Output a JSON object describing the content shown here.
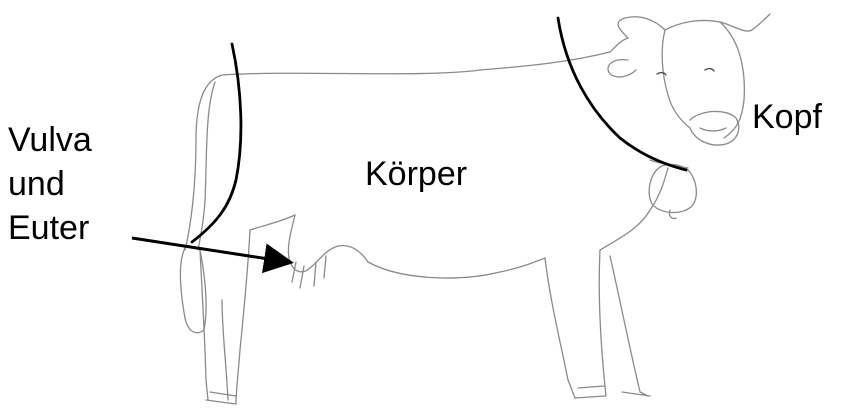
{
  "labels": {
    "vulva_line1": "Vulva",
    "vulva_line2": "und",
    "vulva_line3": "Euter",
    "body": "Körper",
    "head": "Kopf"
  },
  "regions": [
    "Vulva und Euter",
    "Körper",
    "Kopf"
  ],
  "colors": {
    "sketch": "#8a8a8a",
    "divider": "#000000",
    "background": "#ffffff"
  }
}
